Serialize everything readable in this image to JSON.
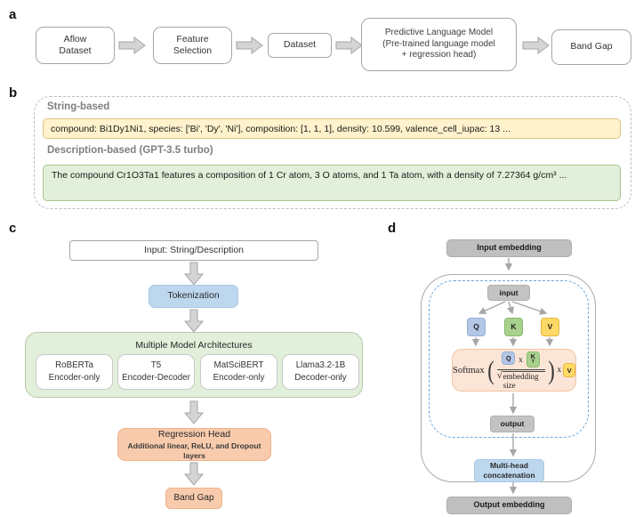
{
  "a": {
    "panel_label": "a",
    "box1": {
      "line1": "Aflow",
      "line2": "Dataset"
    },
    "box2": {
      "line1": "Feature",
      "line2": "Selection"
    },
    "box3": {
      "label": "Dataset"
    },
    "box4": {
      "line1": "Predictive Language Model",
      "line2": "(Pre-trained language model",
      "line3": "+ regression head)"
    },
    "box5": {
      "label": "Band Gap"
    }
  },
  "b": {
    "panel_label": "b",
    "string_heading": "String-based",
    "string_content": "compound: Bi1Dy1Ni1, species: ['Bi', 'Dy', 'Ni'], composition: [1, 1, 1], density: 10.599, valence_cell_iupac: 13 ...",
    "description_heading": "Description-based (GPT-3.5 turbo)",
    "description_content": "The compound Cr1O3Ta1 features a composition of 1 Cr atom, 3 O atoms, and 1 Ta atom, with a density of 7.27364 g/cm³ ..."
  },
  "c": {
    "panel_label": "c",
    "input_box": "Input: String/Description",
    "tokenization": "Tokenization",
    "architectures_title": "Multiple Model Architectures",
    "models": [
      {
        "line1": "RoBERTa",
        "line2": "Encoder-only"
      },
      {
        "line1": "T5",
        "line2": "Encoder-Decoder"
      },
      {
        "line1": "MatSciBERT",
        "line2": "Encoder-only"
      },
      {
        "line1": "Llama3.2-1B",
        "line2": "Decoder-only"
      }
    ],
    "regression_title": "Regression Head",
    "regression_subtitle": "Additional linear, ReLU, and Dropout layers",
    "band_gap": "Band Gap"
  },
  "d": {
    "panel_label": "d",
    "input_embedding": "Input embedding",
    "input_label": "input",
    "q_label": "Q",
    "k_label": "K",
    "v_label": "V",
    "formula": {
      "softmax": "Softmax",
      "open_paren": "(",
      "q": "Q",
      "times1": "x",
      "k": "K",
      "k_sup": "T",
      "radical": "√",
      "radicand": "embedding size",
      "close_paren": ")",
      "times2": "x",
      "v": "V"
    },
    "output_label": "output",
    "multihead_line1": "Multi-head",
    "multihead_line2": "concatenation",
    "output_embedding": "Output embedding"
  },
  "colors": {
    "string_box_fill": "#fff2cc",
    "description_box_fill": "#e2efda",
    "blue_fill": "#bdd7ee",
    "green_container_fill": "#e2efda",
    "orange_fill": "#f8cbad",
    "formula_fill": "#fbe5d6",
    "gray_fill": "#bfbfbf",
    "q_fill": "#b4c7e7",
    "k_fill": "#a9d18e",
    "v_fill": "#ffd966",
    "arrow_gray": "#a6a6a6",
    "dashed_blue": "#6fa8dc",
    "heading_gray": "#7f7f7f"
  }
}
